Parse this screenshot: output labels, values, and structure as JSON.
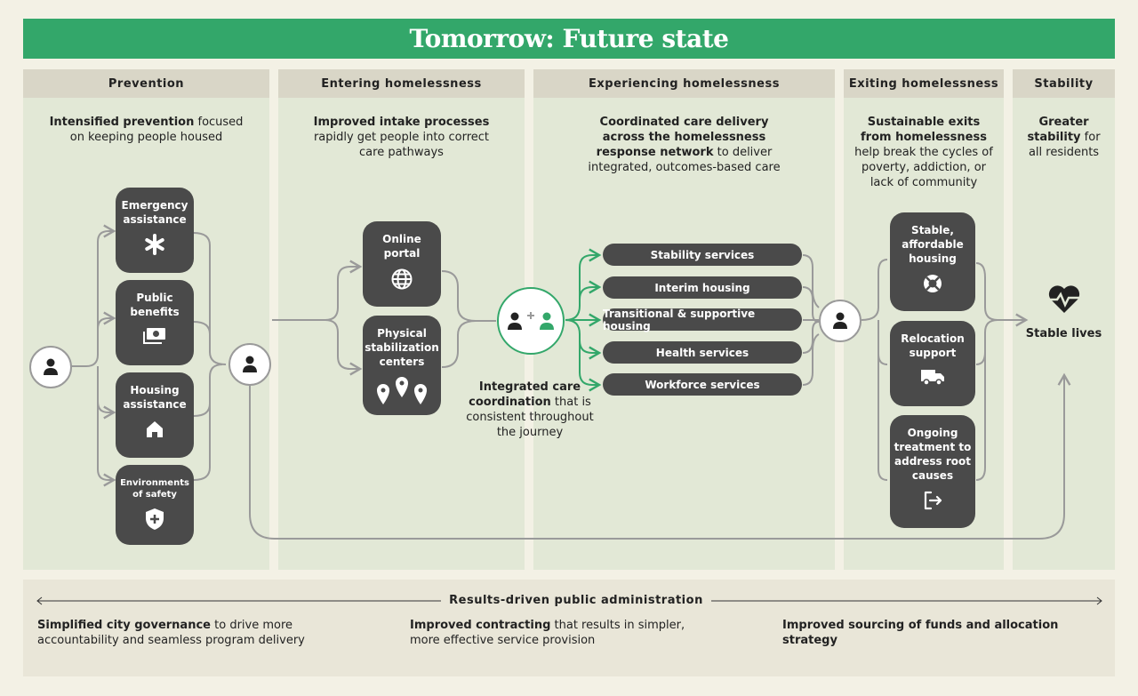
{
  "title": "Tomorrow: Future state",
  "columns": [
    {
      "heading": "Prevention",
      "desc_bold": "Intensified prevention",
      "desc_rest": " focused on keeping people housed"
    },
    {
      "heading": "Entering homelessness",
      "desc_bold": "Improved intake processes",
      "desc_rest": " rapidly get people into correct care pathways"
    },
    {
      "heading": "Experiencing homelessness",
      "desc_bold": "Coordinated care delivery across the homelessness response network",
      "desc_rest": " to deliver integrated, outcomes-based care"
    },
    {
      "heading": "Exiting homelessness",
      "desc_bold": "Sustainable exits from homelessness",
      "desc_rest": " help break the cycles of poverty, addiction, or lack of community"
    },
    {
      "heading": "Stability",
      "desc_bold": "Greater stability",
      "desc_rest": " for all residents"
    }
  ],
  "prevention_boxes": [
    {
      "label": "Emergency assistance",
      "icon": "asterisk-icon"
    },
    {
      "label": "Public benefits",
      "icon": "cash-icon"
    },
    {
      "label": "Housing assistance",
      "icon": "house-icon"
    },
    {
      "label": "Environments of safety",
      "icon": "shield-plus-icon"
    }
  ],
  "entry_boxes": [
    {
      "label": "Online portal",
      "icon": "globe-icon"
    },
    {
      "label": "Physical stabilization centers",
      "icon": "map-pins-icon"
    }
  ],
  "coordination": {
    "bold": "Integrated care coordination",
    "rest": " that is consistent throughout the journey"
  },
  "services": [
    "Stability services",
    "Interim housing",
    "Transitional & supportive housing",
    "Health services",
    "Workforce services"
  ],
  "exit_boxes": [
    {
      "label": "Stable, affordable housing",
      "icon": "lifebuoy-icon"
    },
    {
      "label": "Relocation support",
      "icon": "truck-icon"
    },
    {
      "label": "Ongoing treatment to address root causes",
      "icon": "exit-icon"
    }
  ],
  "outcome": {
    "label": "Stable lives",
    "icon": "heart-pulse-icon"
  },
  "bottom": {
    "heading": "Results-driven public administration",
    "items": [
      {
        "bold": "Simplified city governance",
        "rest": " to drive more accountability and seamless program delivery"
      },
      {
        "bold": "Improved contracting",
        "rest": " that results in simpler, more effective service provision"
      },
      {
        "bold": "Improved sourcing of funds and allocation strategy",
        "rest": ""
      }
    ]
  },
  "colors": {
    "green": "#33a76a",
    "dark": "#4a4a4a",
    "line": "#9a9a9a",
    "column_bg": "#e2e8d6",
    "header_bg": "#d9d6c7"
  }
}
